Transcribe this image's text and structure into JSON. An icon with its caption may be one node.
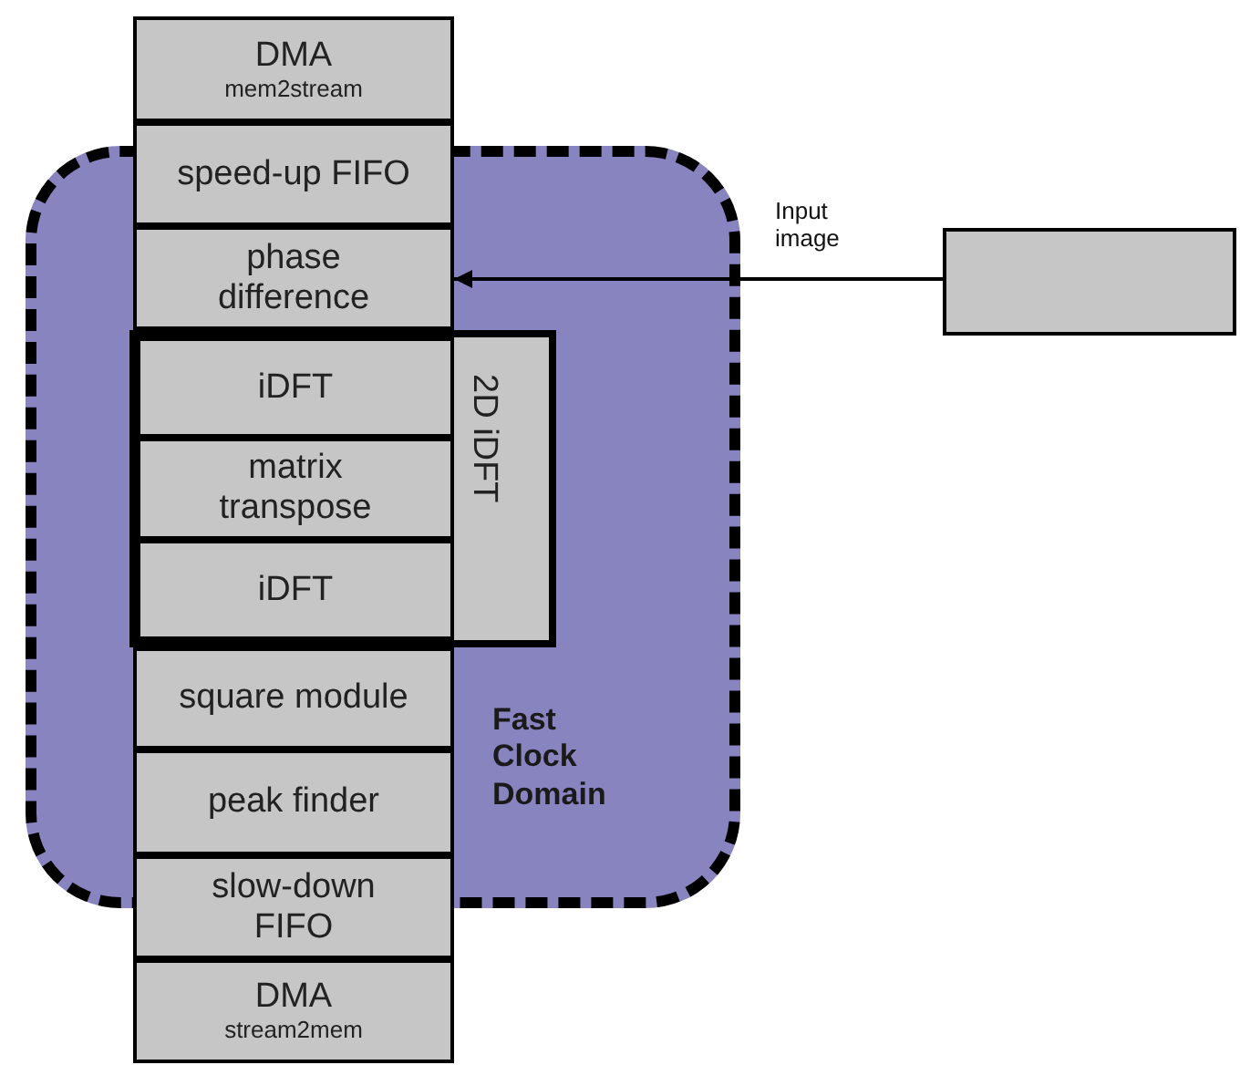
{
  "diagram": {
    "nodes": [
      {
        "text": [
          "DMA",
          "mem2stream"
        ]
      },
      {
        "text": [
          "speed-up FIFO"
        ]
      },
      {
        "text": [
          "Fast Clock Domain"
        ]
      },
      {
        "text": [
          "phase difference"
        ],
        "in": 2
      },
      {
        "text": [
          "2D iDFT"
        ],
        "in": 2
      },
      {
        "text": [
          "iDFT"
        ],
        "in": 4
      },
      {
        "text": [
          "matrix transpose"
        ],
        "in": 4
      },
      {
        "text": [
          "iDFT"
        ],
        "in": 4
      },
      {
        "text": [
          "square module"
        ],
        "in": 2
      },
      {
        "text": [
          "peak finder"
        ],
        "in": 2
      },
      {
        "text": [
          "slow-down FIFO"
        ]
      },
      {
        "text": [
          "DMA",
          "stream2mem"
        ]
      },
      {
        "text": [],
        "shape": "box"
      }
    ],
    "edges": [
      {
        "from": 12,
        "to": 3,
        "arrow": "to",
        "label": "Input image"
      }
    ]
  }
}
